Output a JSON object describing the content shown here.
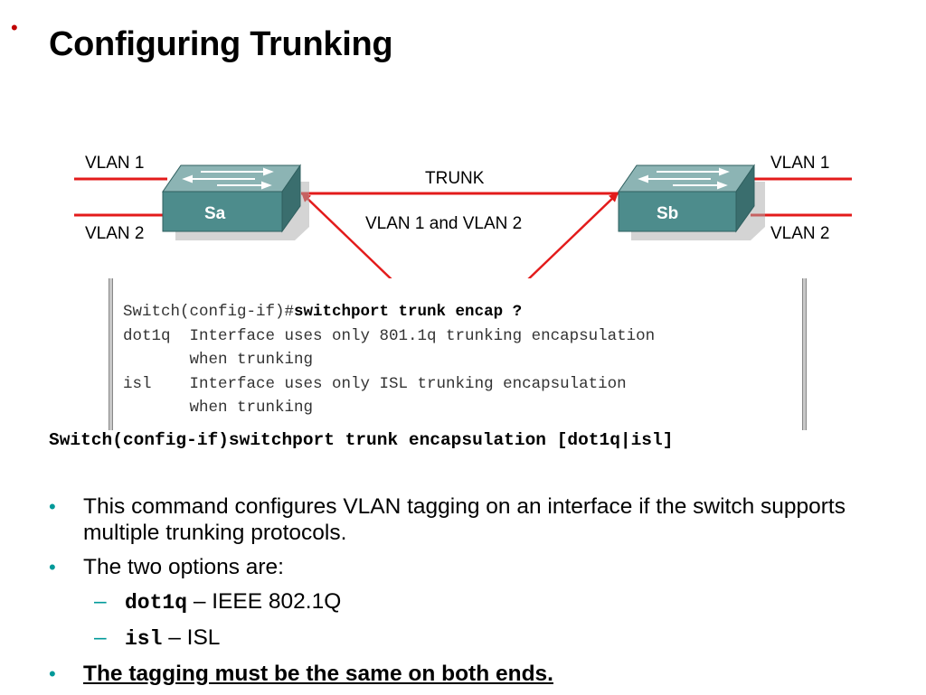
{
  "slide": {
    "title": "Configuring Trunking"
  },
  "diagram": {
    "left_top_label": "VLAN 1",
    "left_bottom_label": "VLAN 2",
    "right_top_label": "VLAN 1",
    "right_bottom_label": "VLAN 2",
    "switch_a_label": "Sa",
    "switch_b_label": "Sb",
    "trunk_label": "TRUNK",
    "trunk_vlans_label": "VLAN 1 and VLAN 2",
    "colors": {
      "link": "#e31b1b",
      "switch_top": "#8cb4b4",
      "switch_front": "#4d8c8c",
      "switch_side": "#3a6e6e"
    }
  },
  "console": {
    "prompt": "Switch(config-if)#",
    "command": "switchport trunk encap ?",
    "lines": [
      "dot1q  Interface uses only 801.1q trunking encapsulation",
      "       when trunking",
      "isl    Interface uses only ISL trunking encapsulation",
      "       when trunking"
    ]
  },
  "command_syntax": "Switch(config-if)switchport trunk encapsulation [dot1q|isl]",
  "bullets": {
    "b1": "This command configures VLAN tagging on an interface if the switch supports multiple trunking protocols.",
    "b2": "The two options are:",
    "sub1_code": "dot1q",
    "sub1_text": " – IEEE 802.1Q",
    "sub2_code": "isl",
    "sub2_text": " – ISL",
    "b3": "The tagging must be the same on both ends."
  }
}
